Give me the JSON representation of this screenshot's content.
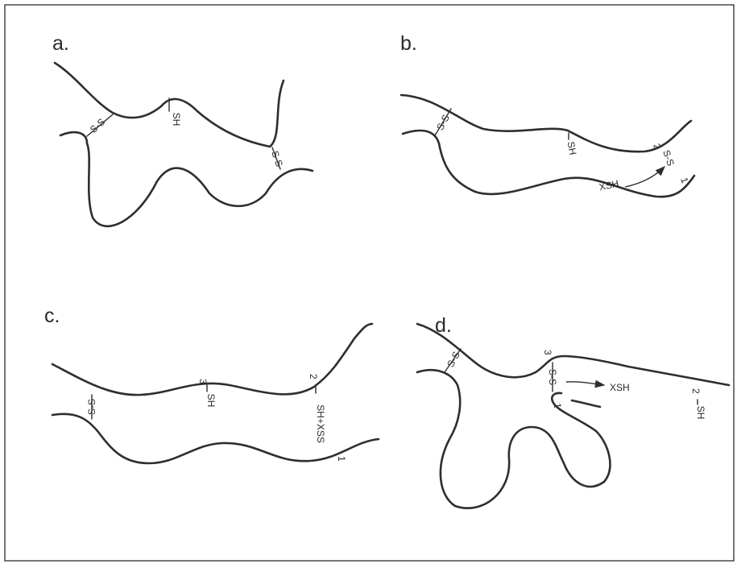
{
  "figure": {
    "panels": [
      {
        "letter": "a.",
        "labels": [
          "S-S",
          "SH",
          "S-S"
        ]
      },
      {
        "letter": "b.",
        "labels": [
          "S-S",
          "SH",
          "2",
          "S-S",
          "1",
          "XSH"
        ]
      },
      {
        "letter": "c.",
        "labels": [
          "S-S",
          "3",
          "SH",
          "2",
          "SH+XSS",
          "1"
        ]
      },
      {
        "letter": "d.",
        "labels": [
          "S-S",
          "3",
          "S-S",
          "1",
          "XSH",
          "2",
          "SH"
        ]
      }
    ]
  },
  "colors": {
    "background": "#ffffff",
    "ink": "#2e2e2e",
    "border": "#1a1a1a"
  }
}
